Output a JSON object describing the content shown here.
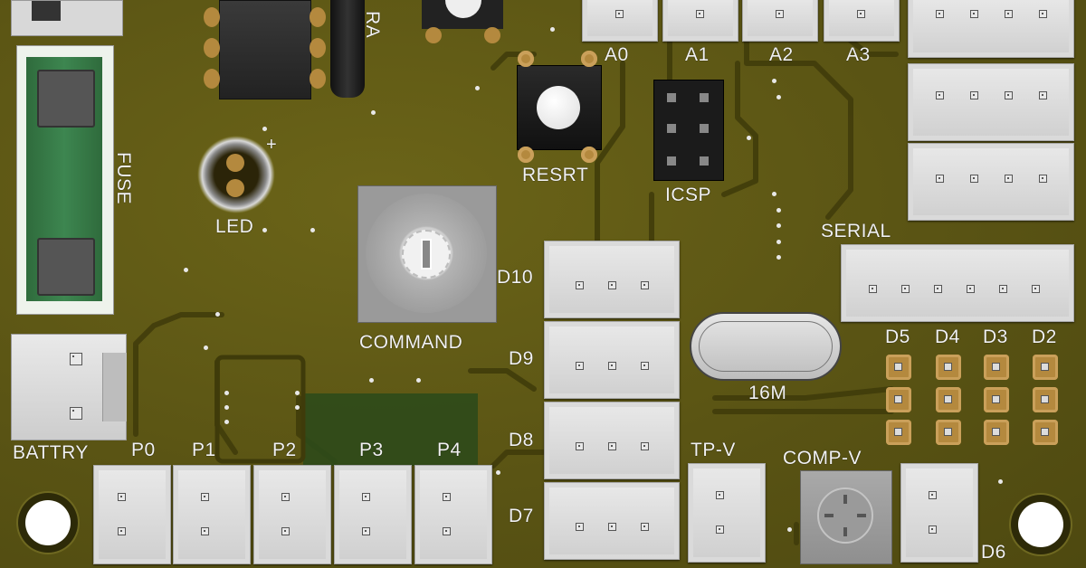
{
  "board": {
    "labels": {
      "a0": "A0",
      "a1": "A1",
      "a2": "A2",
      "a3": "A3",
      "resrt": "RESRT",
      "icsp": "ICSP",
      "serial": "SERIAL",
      "fuse": "FUSE",
      "led": "LED",
      "led_plus": "+",
      "command": "COMMAND",
      "d10": "D10",
      "d9": "D9",
      "d8": "D8",
      "d7": "D7",
      "d5": "D5",
      "d4": "D4",
      "d3": "D3",
      "d2": "D2",
      "d6": "D6",
      "crystal": "16M",
      "battery": "BATTRY",
      "p0": "P0",
      "p1": "P1",
      "p2": "P2",
      "p3": "P3",
      "p4": "P4",
      "tpv": "TP-V",
      "compv": "COMP-V",
      "ra_fragment": "RA"
    },
    "colors": {
      "board": "#5a5414",
      "trace": "#3f3b0a",
      "silkscreen": "#f2f2f2",
      "pad": "#b4893e",
      "fuse_green": "#2f6b3c"
    }
  }
}
